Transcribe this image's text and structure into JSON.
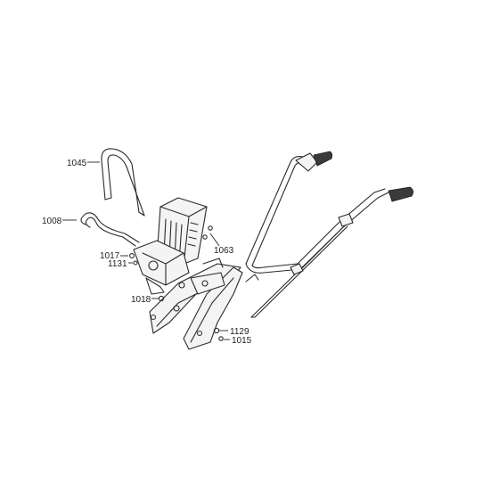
{
  "callouts": {
    "c1045": "1045",
    "c1008": "1008",
    "c1063": "1063",
    "c1017": "1017",
    "c1131": "1131",
    "c1018": "1018",
    "c1129": "1129",
    "c1015": "1015"
  },
  "colors": {
    "line": "#2a2a2a",
    "background": "#ffffff",
    "grip": "#3a3a3a"
  }
}
